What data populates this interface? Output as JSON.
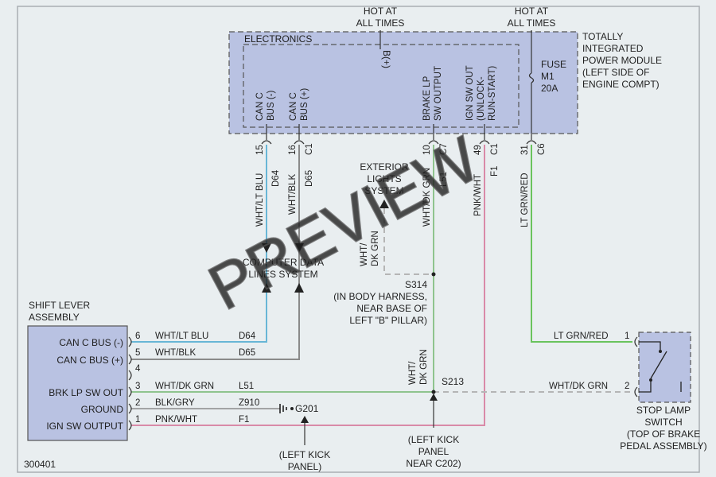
{
  "colors": {
    "background": "#e9eef0",
    "module_fill": "#b9c2e2",
    "frame": "#a9aeb3",
    "wire_blue": "#68b6d6",
    "wire_gray": "#8a8a8a",
    "wire_green": "#8fc48e",
    "wire_pink": "#d98aa8",
    "wire_dashed": "#b5b5b5",
    "wire_lt_green": "#6ac35d"
  },
  "top": {
    "hot1_line1": "HOT AT",
    "hot1_line2": "ALL TIMES",
    "hot2_line1": "HOT AT",
    "hot2_line2": "ALL TIMES"
  },
  "tipm": {
    "electronics": "ELECTRONICS",
    "b_plus": "B(+)",
    "pins": [
      {
        "line1": "CAN C",
        "line2": "BUS (-)"
      },
      {
        "line1": "CAN C",
        "line2": "BUS (+)"
      },
      {
        "line1": "BRAKE LP",
        "line2": "SW OUTPUT"
      },
      {
        "line1": "IGN SW OUT",
        "line2": "(UNLOCK-",
        "line3": "RUN-START)"
      }
    ],
    "fuse_label": "FUSE",
    "fuse_id": "M1",
    "fuse_amp": "20A",
    "name": [
      "TOTALLY",
      "INTEGRATED",
      "POWER MODULE",
      "(LEFT SIDE OF",
      "ENGINE COMPT)"
    ]
  },
  "connectors": [
    {
      "pin": "15",
      "conn": ""
    },
    {
      "pin": "16",
      "conn": "C1"
    },
    {
      "pin": "10",
      "conn": "C7"
    },
    {
      "pin": "49",
      "conn": "C1"
    },
    {
      "pin": "31",
      "conn": "C6"
    }
  ],
  "wires": [
    {
      "color": "WHT/LT BLU",
      "circuit": "D64"
    },
    {
      "color": "WHT/BLK",
      "circuit": "D65"
    },
    {
      "color": "WHT/DK GRN",
      "circuit": "L51"
    },
    {
      "color": "PNK/WHT",
      "circuit": "F1"
    },
    {
      "color": "LT GRN/RED",
      "circuit": ""
    }
  ],
  "exterior": [
    "EXTERIOR",
    "LIGHTS",
    "SYSTEM"
  ],
  "ext_wire": [
    "WHT/",
    "DK GRN"
  ],
  "comp_data": [
    "COMPUTER DATA",
    "LINES SYSTEM"
  ],
  "s314": {
    "id": "S314",
    "lines": [
      "(IN BODY HARNESS,",
      "NEAR BASE OF",
      "LEFT \"B\" PILLAR)"
    ]
  },
  "s213": {
    "id": "S213",
    "wire": [
      "WHT/",
      "DK GRN"
    ]
  },
  "shift": {
    "title": [
      "SHIFT LEVER",
      "ASSEMBLY"
    ],
    "pins": [
      {
        "label": "CAN C BUS (-)",
        "num": "6",
        "wire": "WHT/LT BLU",
        "circuit": "D64"
      },
      {
        "label": "CAN C BUS (+)",
        "num": "5",
        "wire": "WHT/BLK",
        "circuit": "D65"
      },
      {
        "label": "",
        "num": "4",
        "wire": "",
        "circuit": ""
      },
      {
        "label": "BRK LP SW OUT",
        "num": "3",
        "wire": "WHT/DK GRN",
        "circuit": "L51"
      },
      {
        "label": "GROUND",
        "num": "2",
        "wire": "BLK/GRY",
        "circuit": "Z910"
      },
      {
        "label": "IGN SW OUTPUT",
        "num": "1",
        "wire": "PNK/WHT",
        "circuit": "F1"
      }
    ]
  },
  "ground": {
    "id": "G201",
    "loc": [
      "(LEFT KICK",
      "PANEL)"
    ]
  },
  "kick2": [
    "(LEFT KICK",
    "PANEL",
    "NEAR C202)"
  ],
  "stop_lamp": {
    "pin1": "1",
    "pin2": "2",
    "wire1": "LT GRN/RED",
    "wire2": "WHT/DK GRN",
    "name": [
      "STOP LAMP",
      "SWITCH",
      "(TOP OF BRAKE",
      "PEDAL ASSEMBLY)"
    ]
  },
  "diagram_id": "300401",
  "watermark": "PREVIEW"
}
